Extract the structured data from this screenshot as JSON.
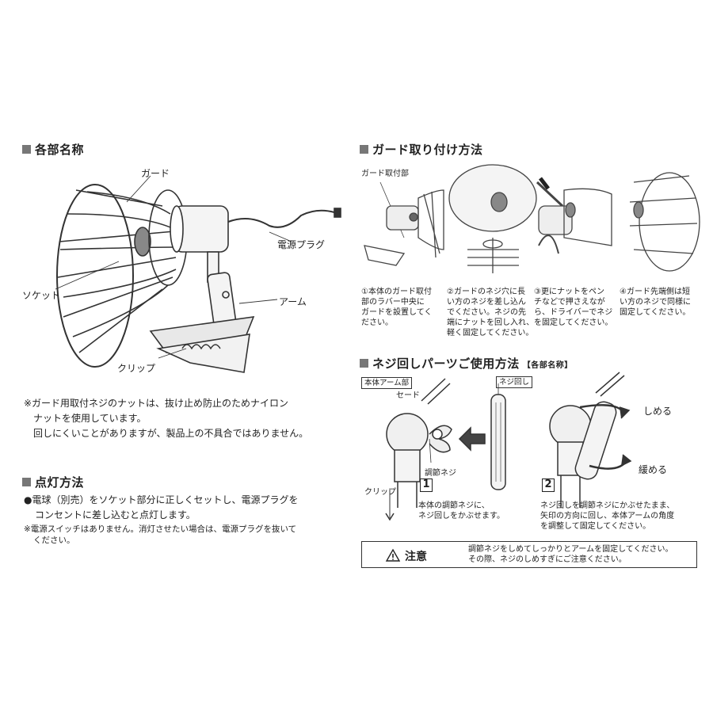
{
  "parts": {
    "header": "各部名称",
    "labels": {
      "guard": "ガード",
      "plug": "電源プラグ",
      "socket": "ソケット",
      "arm": "アーム",
      "clip": "クリップ"
    },
    "note_lines": [
      "※ガード用取付ネジのナットは、抜け止め防止のためナイロン",
      "ナットを使用しています。",
      "回しにくいことがありますが、製品上の不具合ではありません。"
    ]
  },
  "lighting": {
    "header": "点灯方法",
    "lines": [
      "●電球（別売）をソケット部分に正しくセットし、電源プラグを",
      "コンセントに差し込むと点灯します。"
    ],
    "note_lines": [
      "※電源スイッチはありません。消灯させたい場合は、電源プラグを抜いて",
      "ください。"
    ]
  },
  "guard_install": {
    "header": "ガード取り付け方法",
    "mount_label": "ガード取付部",
    "steps": [
      {
        "lines": [
          "①本体のガード取付",
          "部のラバー中央に",
          "ガードを設置してく",
          "ださい。"
        ]
      },
      {
        "lines": [
          "②ガードのネジ穴に長",
          "い方のネジを差し込ん",
          "でください。ネジの先",
          "端にナットを回し入れ、",
          "軽く固定してください。"
        ]
      },
      {
        "lines": [
          "③更にナットをペン",
          "チなどで押さえなが",
          "ら、ドライバーでネジ",
          "を固定してください。"
        ]
      },
      {
        "lines": [
          "④ガード先端側は短",
          "い方のネジで同様に",
          "固定してください。"
        ]
      }
    ]
  },
  "screw_parts": {
    "header": "ネジ回しパーツご使用方法",
    "sub": "【各部名称】",
    "labels": {
      "body_arm": "本体アーム部",
      "shade": "セード",
      "screw_turner": "ネジ回し",
      "adjust_screw": "調節ネジ",
      "clip": "クリップ",
      "tighten": "しめる",
      "loosen": "緩める"
    },
    "step1": {
      "num": "1",
      "lines": [
        "本体の調節ネジに、",
        "ネジ回しをかぶせます。"
      ]
    },
    "step2": {
      "num": "2",
      "lines": [
        "ネジ回しを調節ネジにかぶせたまま、",
        "矢印の方向に回し、本体アームの角度",
        "を調整して固定してください。"
      ]
    }
  },
  "caution": {
    "title": "注意",
    "lines": [
      "調節ネジをしめてしっかりとアームを固定してください。",
      "その際、ネジのしめすぎにご注意ください。"
    ]
  }
}
